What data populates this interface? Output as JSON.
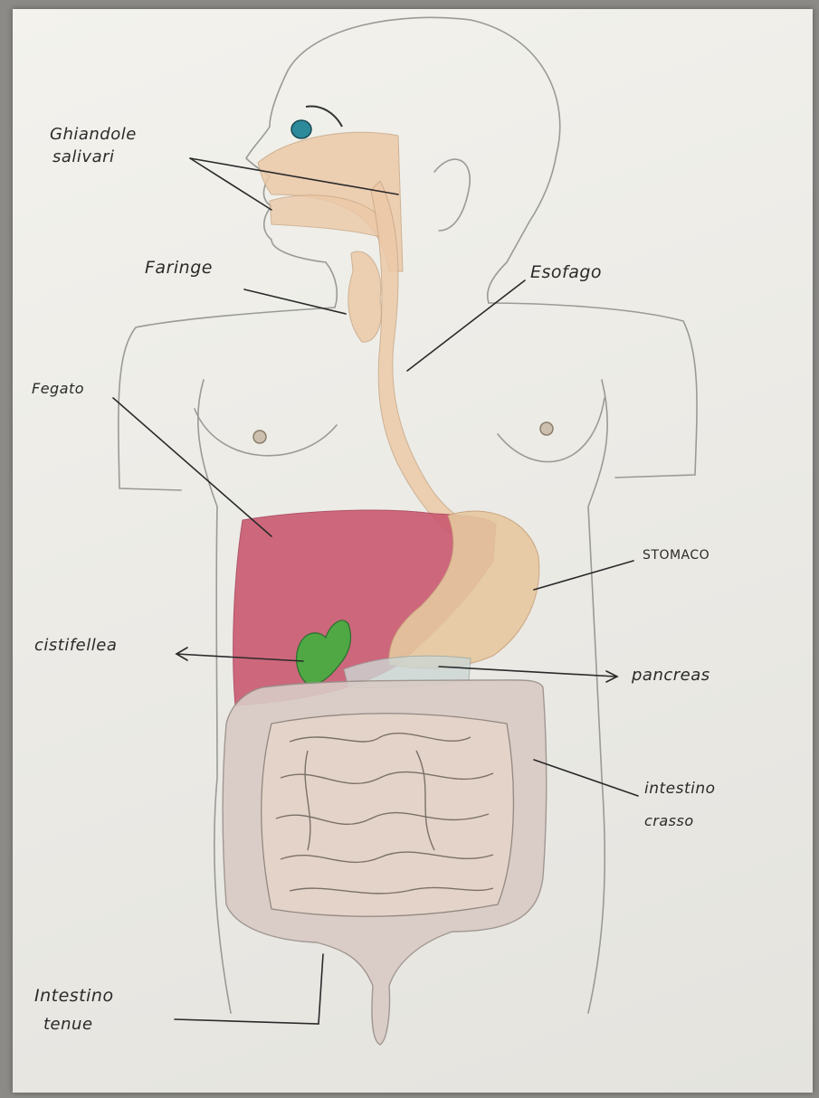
{
  "labels": {
    "ghiandole": [
      "Ghiandole",
      "salivari"
    ],
    "faringe": "Faringe",
    "esofago": "Esofago",
    "fegato": "Fegato",
    "stomaco": "STOMACO",
    "cistifellea": "cistifellea",
    "pancreas": "pancreas",
    "intestino_crasso": [
      "intestino",
      "crasso"
    ],
    "intestino_tenue": [
      "Intestino",
      "tenue"
    ]
  },
  "colors": {
    "pencil": "#3a3a3a",
    "skin": "#ecc9a8",
    "liver": "#c9566e",
    "gallbladder": "#4fa844",
    "stomach": "#e6c8a0",
    "intestine": "#d9cbc6",
    "eye": "#2c8a9a"
  }
}
